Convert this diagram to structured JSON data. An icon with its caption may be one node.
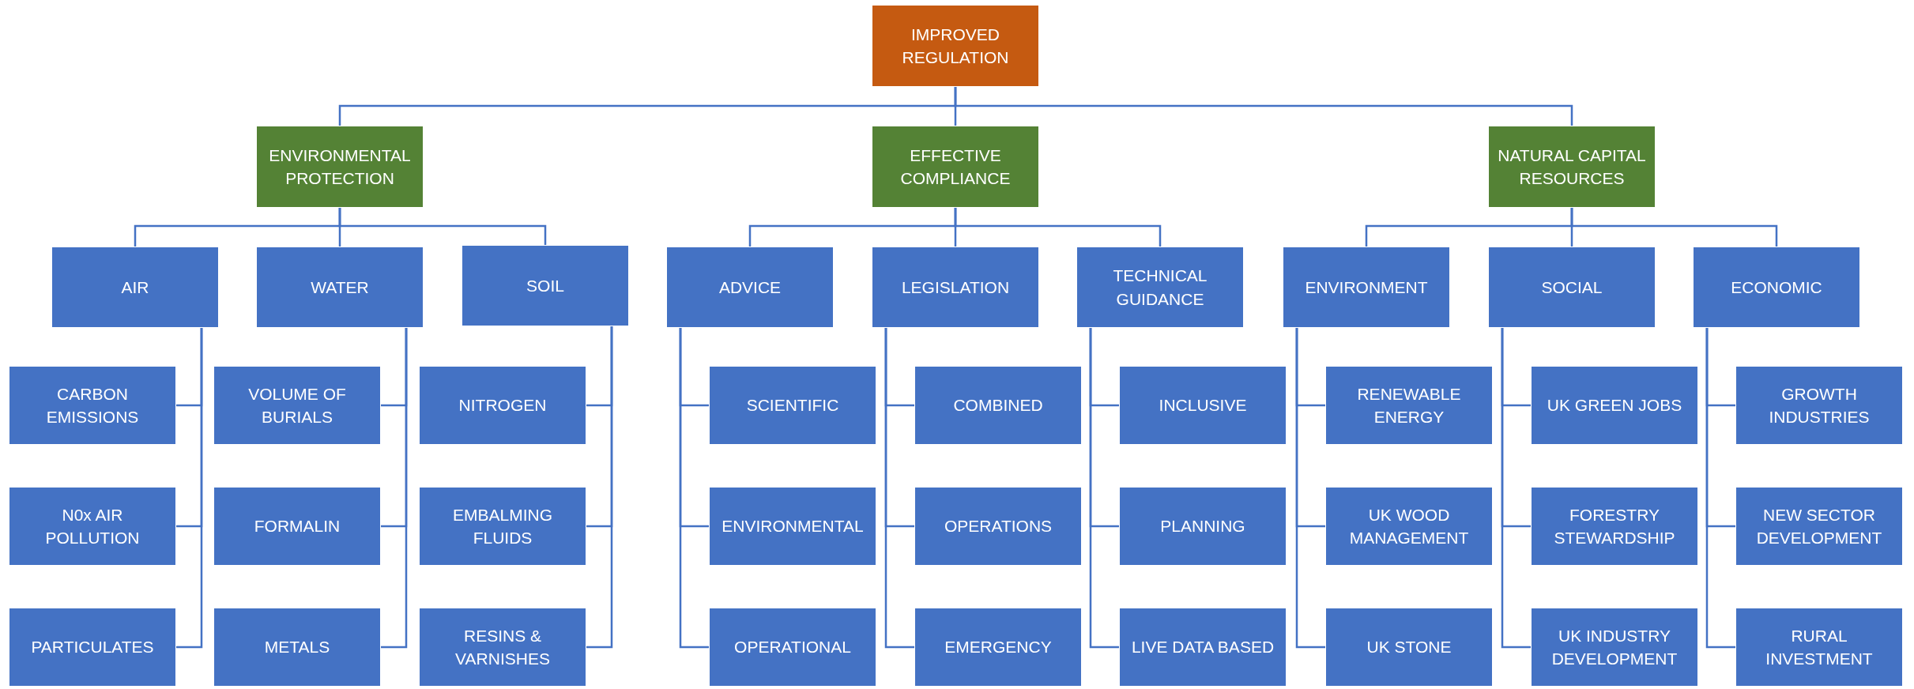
{
  "diagram": {
    "nodes": [
      {
        "text": [
          "IMPROVED REGULATION"
        ]
      },
      {
        "text": [
          "ENVIRONMENTAL PROTECTION"
        ]
      },
      {
        "text": [
          "EFFECTIVE COMPLIANCE"
        ]
      },
      {
        "text": [
          "NATURAL CAPITAL RESOURCES"
        ]
      },
      {
        "text": [
          "AIR"
        ]
      },
      {
        "text": [
          "WATER"
        ]
      },
      {
        "text": [
          "SOIL"
        ]
      },
      {
        "text": [
          "ADVICE"
        ]
      },
      {
        "text": [
          "LEGISLATION"
        ]
      },
      {
        "text": [
          "TECHNICAL GUIDANCE"
        ]
      },
      {
        "text": [
          "ENVIRONMENT"
        ]
      },
      {
        "text": [
          "SOCIAL"
        ]
      },
      {
        "text": [
          "ECONOMIC"
        ]
      },
      {
        "text": [
          "CARBON EMISSIONS"
        ]
      },
      {
        "text": [
          "VOLUME OF BURIALS"
        ]
      },
      {
        "text": [
          "NITROGEN"
        ]
      },
      {
        "text": [
          "SCIENTIFIC"
        ]
      },
      {
        "text": [
          "COMBINED"
        ]
      },
      {
        "text": [
          "INCLUSIVE"
        ]
      },
      {
        "text": [
          "RENEWABLE ENERGY"
        ]
      },
      {
        "text": [
          "UK GREEN JOBS"
        ]
      },
      {
        "text": [
          "GROWTH INDUSTRIES"
        ]
      },
      {
        "text": [
          "N0x AIR POLLUTION"
        ]
      },
      {
        "text": [
          "FORMALIN"
        ]
      },
      {
        "text": [
          "EMBALMING FLUIDS"
        ]
      },
      {
        "text": [
          "ENVIRONMENTAL"
        ]
      },
      {
        "text": [
          "OPERATIONS"
        ]
      },
      {
        "text": [
          "PLANNING"
        ]
      },
      {
        "text": [
          "UK WOOD MANAGEMENT"
        ]
      },
      {
        "text": [
          "FORESTRY STEWARDSHIP"
        ]
      },
      {
        "text": [
          "NEW SECTOR DEVELOPMENT"
        ]
      },
      {
        "text": [
          "PARTICULATES"
        ]
      },
      {
        "text": [
          "METALS"
        ]
      },
      {
        "text": [
          "RESINS & VARNISHES"
        ]
      },
      {
        "text": [
          "OPERATIONAL"
        ]
      },
      {
        "text": [
          "EMERGENCY"
        ]
      },
      {
        "text": [
          "LIVE DATA BASED"
        ]
      },
      {
        "text": [
          "UK STONE"
        ]
      },
      {
        "text": [
          "UK INDUSTRY DEVELOPMENT"
        ]
      },
      {
        "text": [
          "RURAL INVESTMENT"
        ]
      }
    ],
    "edges": [
      {
        "from": 0,
        "to": 1,
        "arrow": "none"
      },
      {
        "from": 0,
        "to": 2,
        "arrow": "none"
      },
      {
        "from": 0,
        "to": 3,
        "arrow": "none"
      },
      {
        "from": 1,
        "to": 4,
        "arrow": "none"
      },
      {
        "from": 1,
        "to": 5,
        "arrow": "none"
      },
      {
        "from": 1,
        "to": 6,
        "arrow": "none"
      },
      {
        "from": 2,
        "to": 7,
        "arrow": "none"
      },
      {
        "from": 2,
        "to": 8,
        "arrow": "none"
      },
      {
        "from": 2,
        "to": 9,
        "arrow": "none"
      },
      {
        "from": 3,
        "to": 10,
        "arrow": "none"
      },
      {
        "from": 3,
        "to": 11,
        "arrow": "none"
      },
      {
        "from": 3,
        "to": 12,
        "arrow": "none"
      },
      {
        "from": 4,
        "to": 13,
        "arrow": "none"
      },
      {
        "from": 4,
        "to": 22,
        "arrow": "none"
      },
      {
        "from": 4,
        "to": 31,
        "arrow": "none"
      },
      {
        "from": 5,
        "to": 14,
        "arrow": "none"
      },
      {
        "from": 5,
        "to": 23,
        "arrow": "none"
      },
      {
        "from": 5,
        "to": 32,
        "arrow": "none"
      },
      {
        "from": 6,
        "to": 15,
        "arrow": "none"
      },
      {
        "from": 6,
        "to": 24,
        "arrow": "none"
      },
      {
        "from": 6,
        "to": 33,
        "arrow": "none"
      },
      {
        "from": 7,
        "to": 16,
        "arrow": "none"
      },
      {
        "from": 7,
        "to": 25,
        "arrow": "none"
      },
      {
        "from": 7,
        "to": 34,
        "arrow": "none"
      },
      {
        "from": 8,
        "to": 17,
        "arrow": "none"
      },
      {
        "from": 8,
        "to": 26,
        "arrow": "none"
      },
      {
        "from": 8,
        "to": 35,
        "arrow": "none"
      },
      {
        "from": 9,
        "to": 18,
        "arrow": "none"
      },
      {
        "from": 9,
        "to": 27,
        "arrow": "none"
      },
      {
        "from": 9,
        "to": 36,
        "arrow": "none"
      },
      {
        "from": 10,
        "to": 19,
        "arrow": "none"
      },
      {
        "from": 10,
        "to": 28,
        "arrow": "none"
      },
      {
        "from": 10,
        "to": 37,
        "arrow": "none"
      },
      {
        "from": 11,
        "to": 20,
        "arrow": "none"
      },
      {
        "from": 11,
        "to": 29,
        "arrow": "none"
      },
      {
        "from": 11,
        "to": 38,
        "arrow": "none"
      },
      {
        "from": 12,
        "to": 21,
        "arrow": "none"
      },
      {
        "from": 12,
        "to": 30,
        "arrow": "none"
      },
      {
        "from": 12,
        "to": 39,
        "arrow": "none"
      }
    ]
  }
}
